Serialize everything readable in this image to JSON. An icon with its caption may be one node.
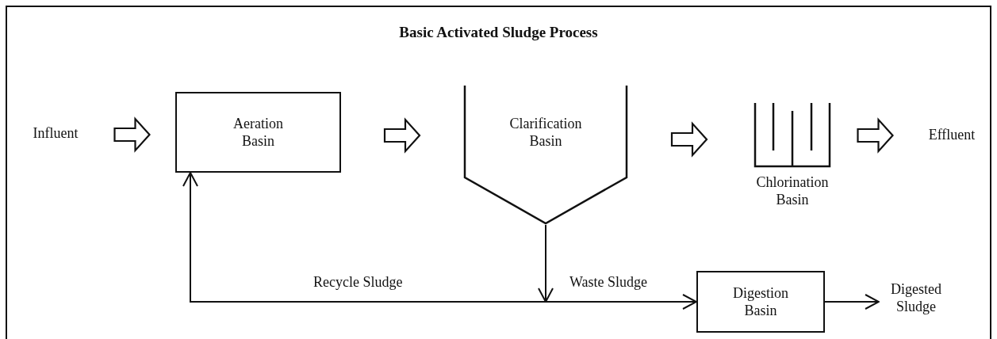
{
  "diagram": {
    "title": "Basic Activated Sludge Process",
    "nodes": [
      {
        "text": [
          "Influent"
        ]
      },
      {
        "text": [
          "Aeration Basin"
        ]
      },
      {
        "text": [
          "Clarification Basin"
        ]
      },
      {
        "text": [
          "Chlorination Basin"
        ]
      },
      {
        "text": [
          "Effluent"
        ]
      },
      {
        "text": [
          "Digestion Basin"
        ]
      },
      {
        "text": [
          "Digested Sludge"
        ]
      }
    ],
    "edges": [
      {
        "from": 0,
        "to": 1,
        "arrow": "to",
        "style": "thick"
      },
      {
        "from": 1,
        "to": 2,
        "arrow": "to",
        "style": "thick"
      },
      {
        "from": 2,
        "to": 3,
        "arrow": "to",
        "style": "thick"
      },
      {
        "from": 3,
        "to": 4,
        "arrow": "to",
        "style": "thick"
      },
      {
        "from": 2,
        "to": 1,
        "arrow": "to",
        "label": "Recycle Sludge"
      },
      {
        "from": 2,
        "to": 5,
        "arrow": "to",
        "label": "Waste Sludge"
      },
      {
        "from": 5,
        "to": 6,
        "arrow": "to"
      }
    ]
  }
}
